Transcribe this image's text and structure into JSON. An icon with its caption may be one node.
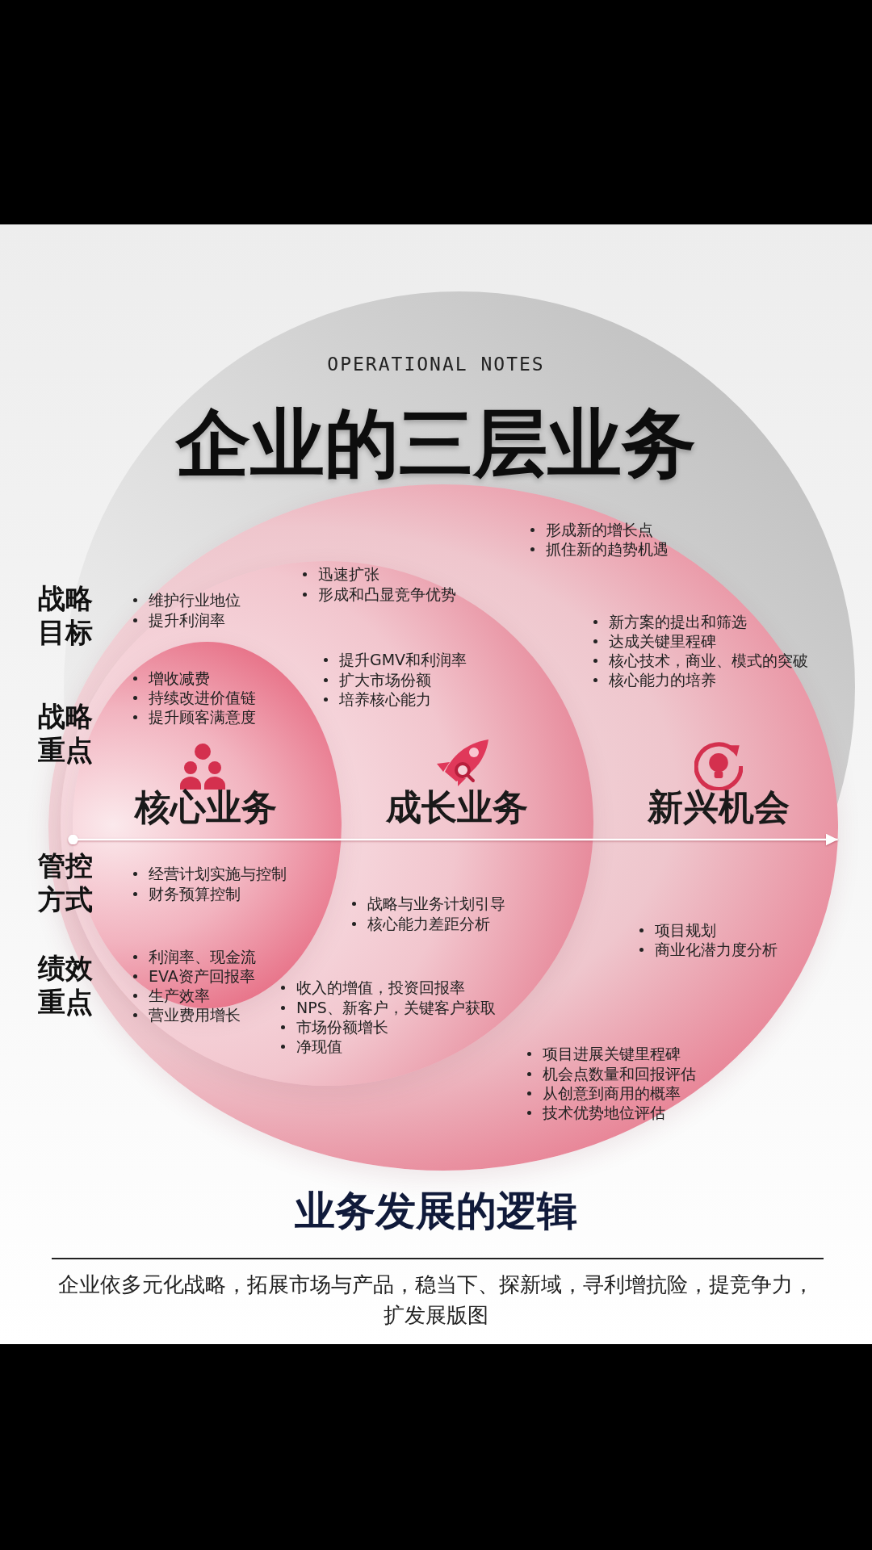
{
  "diagram": {
    "title": "企业的三层业务",
    "caption": "企业依多元化战略，拓展市场与产品，稳当下、探新域，寻利增抗险，提竞争力，扩发展版图",
    "nodes": [
      {
        "text": [
          "新兴机会"
        ]
      },
      {
        "text": [
          "成长业务"
        ],
        "in": 0
      },
      {
        "text": [
          "核心业务"
        ],
        "in": 1
      }
    ],
    "edges": [
      {
        "from": 2,
        "to": 0,
        "arrow": "to"
      }
    ],
    "labels": [
      "OPERATIONAL NOTES",
      "战略目标",
      "维护行业地位",
      "提升利润率",
      "迅速扩张",
      "形成和凸显竞争优势",
      "形成新的增长点",
      "抓住新的趋势机遇",
      "战略重点",
      "增收减费",
      "持续改进价值链",
      "提升顾客满意度",
      "提升GMV和利润率",
      "扩大市场份额",
      "培养核心能力",
      "新方案的提出和筛选",
      "达成关键里程碑",
      "核心技术，商业、模式的突破",
      "核心能力的培养",
      "管控方式",
      "经营计划实施与控制",
      "财务预算控制",
      "战略与业务计划引导",
      "核心能力差距分析",
      "项目规划",
      "商业化潜力度分析",
      "绩效重点",
      "利润率、现金流",
      "EVA资产回报率",
      "生产效率",
      "营业费用增长",
      "收入的增值，投资回报率",
      "NPS、新客户，关键客户获取",
      "市场份额增长",
      "净现值",
      "项目进展关键里程碑",
      "机会点数量和回报评估",
      "从创意到商用的概率",
      "技术优势地位评估",
      "业务发展的逻辑"
    ]
  }
}
